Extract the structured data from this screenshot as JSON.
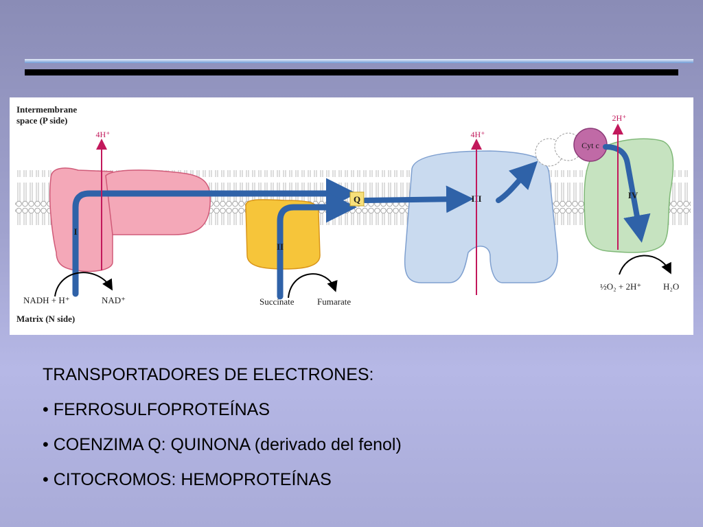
{
  "diagram": {
    "intermembrane_label": [
      "Intermembrane",
      "space (P side)"
    ],
    "matrix_label": "Matrix (N side)",
    "protons_complex_I": "4H⁺",
    "protons_complex_III": "4H⁺",
    "protons_complex_IV": "2H⁺",
    "complex_I": "I",
    "complex_II": "II",
    "complex_III": "III",
    "complex_IV": "IV",
    "ubiquinone": "Q",
    "cytochrome_c": "Cyt c",
    "nadh": "NADH + H⁺",
    "nad": "NAD⁺",
    "succinate": "Succinate",
    "fumarate": "Fumarate",
    "oxygen": "½O₂ + 2H⁺",
    "water": "H₂O"
  },
  "text": {
    "heading": "TRANSPORTADORES DE ELECTRONES:",
    "items": [
      "• FERROSULFOPROTEÍNAS",
      "• COENZIMA Q: QUINONA (derivado del fenol)",
      "• CITOCROMOS: HEMOPROTEÍNAS"
    ]
  }
}
